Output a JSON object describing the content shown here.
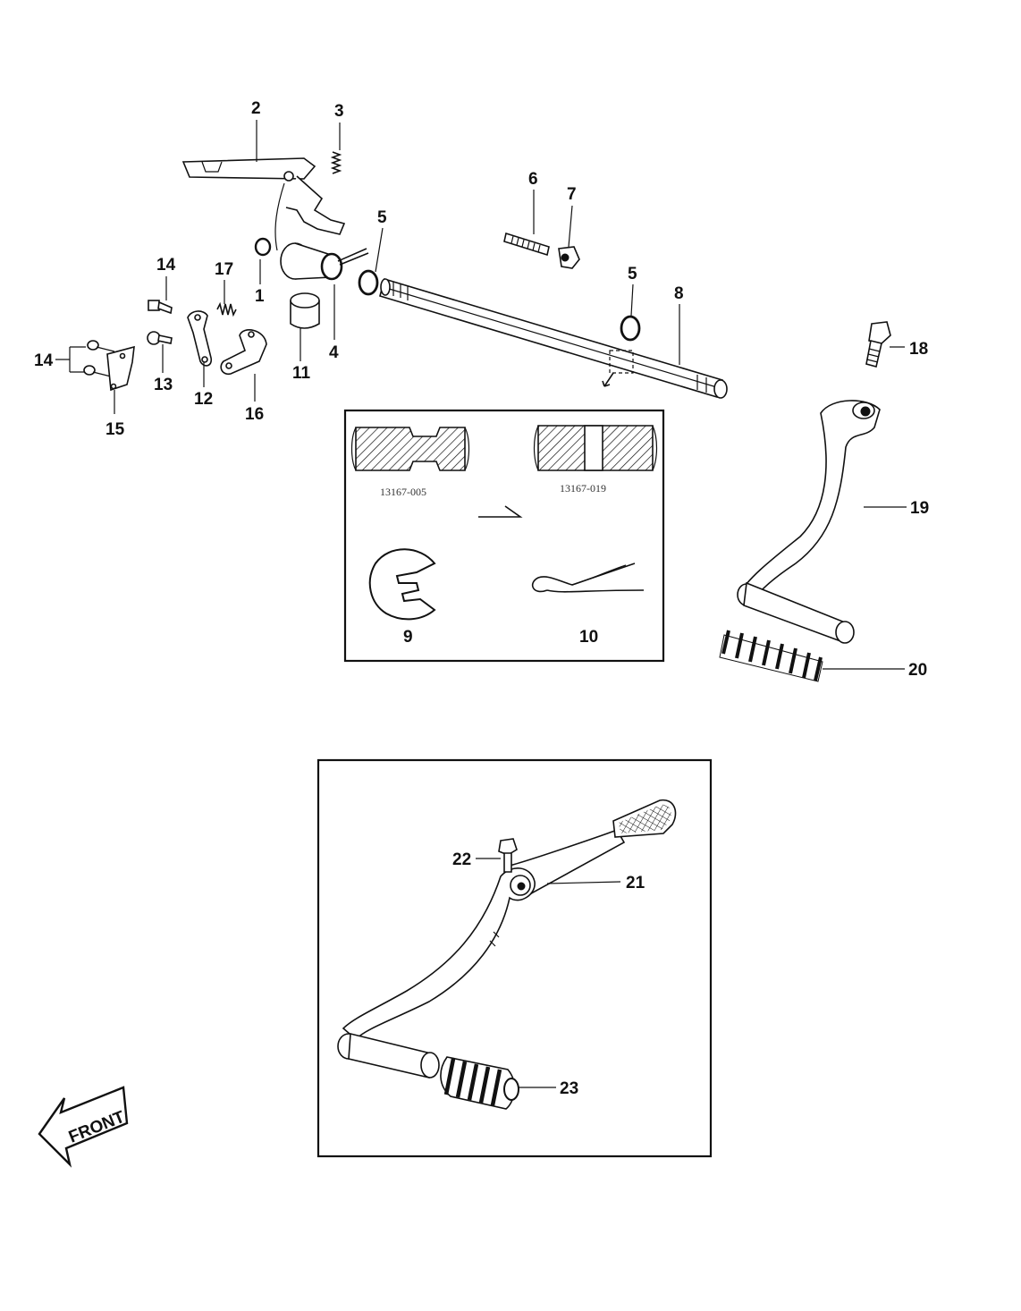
{
  "callouts": {
    "c1": "1",
    "c2": "2",
    "c3": "3",
    "c4": "4",
    "c5a": "5",
    "c5b": "5",
    "c6": "6",
    "c7": "7",
    "c8": "8",
    "c9": "9",
    "c10": "10",
    "c11": "11",
    "c12": "12",
    "c13": "13",
    "c14a": "14",
    "c14b": "14",
    "c15": "15",
    "c16": "16",
    "c17": "17",
    "c18": "18",
    "c19": "19",
    "c20": "20",
    "c21": "21",
    "c22": "22",
    "c23": "23"
  },
  "inset_shaft": {
    "old_part_number": "13167-005",
    "new_part_number": "13167-019"
  },
  "front_arrow": {
    "label": "FRONT"
  }
}
